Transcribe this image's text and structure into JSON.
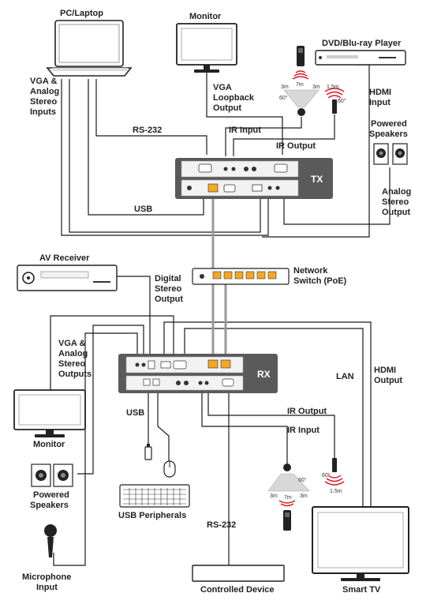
{
  "labels": {
    "pc_laptop": "PC/Laptop",
    "monitor_top": "Monitor",
    "dvd_player": "DVD/Blu-ray Player",
    "vga_inputs_1": "VGA &",
    "vga_inputs_2": "Analog",
    "vga_inputs_3": "Stereo",
    "vga_inputs_4": "Inputs",
    "vga_loop_1": "VGA",
    "vga_loop_2": "Loopback",
    "vga_loop_3": "Output",
    "hdmi_input_1": "HDMI",
    "hdmi_input_2": "Input",
    "rs232_top": "RS-232",
    "ir_input_top": "IR Input",
    "ir_output_top": "IR Output",
    "powered_speakers_top_1": "Powered",
    "powered_speakers_top_2": "Speakers",
    "tx": "TX",
    "analog_out_1": "Analog",
    "analog_out_2": "Stereo",
    "analog_out_3": "Output",
    "usb_top": "USB",
    "av_receiver": "AV Receiver",
    "network_switch_1": "Network",
    "network_switch_2": "Switch (PoE)",
    "digital_out_1": "Digital",
    "digital_out_2": "Stereo",
    "digital_out_3": "Output",
    "vga_outputs_1": "VGA &",
    "vga_outputs_2": "Analog",
    "vga_outputs_3": "Stereo",
    "vga_outputs_4": "Outputs",
    "rx": "RX",
    "lan": "LAN",
    "hdmi_output_1": "HDMI",
    "hdmi_output_2": "Output",
    "monitor_bottom": "Monitor",
    "usb_bottom": "USB",
    "ir_output_bottom": "IR Output",
    "ir_input_bottom": "IR Input",
    "powered_speakers_bottom_1": "Powered",
    "powered_speakers_bottom_2": "Speakers",
    "usb_peripherals": "USB Peripherals",
    "rs232_bottom": "RS-232",
    "microphone_1": "Microphone",
    "microphone_2": "Input",
    "controlled_device": "Controlled Device",
    "smart_tv": "Smart TV",
    "ir_range_top_3m_left": "3m",
    "ir_range_top_7m": "7m",
    "ir_range_top_3m_right": "3m",
    "ir_range_top_60": "60°",
    "ir_emit_top_15m": "1.5m",
    "ir_emit_top_60": "60°",
    "ir_range_bot_3m_left": "3m",
    "ir_range_bot_7m": "7m",
    "ir_range_bot_3m_right": "3m",
    "ir_range_bot_60": "60°",
    "ir_emit_bot_60": "60°",
    "ir_emit_bot_15m": "1.5m"
  },
  "colors": {
    "unit_body": "#5a5a5a",
    "panel": "#f2f2f2",
    "cable": "#1a1a1a",
    "cat_cable": "#9a9a9a",
    "ir_signal": "#d71920",
    "port_orange": "#f5a623"
  }
}
